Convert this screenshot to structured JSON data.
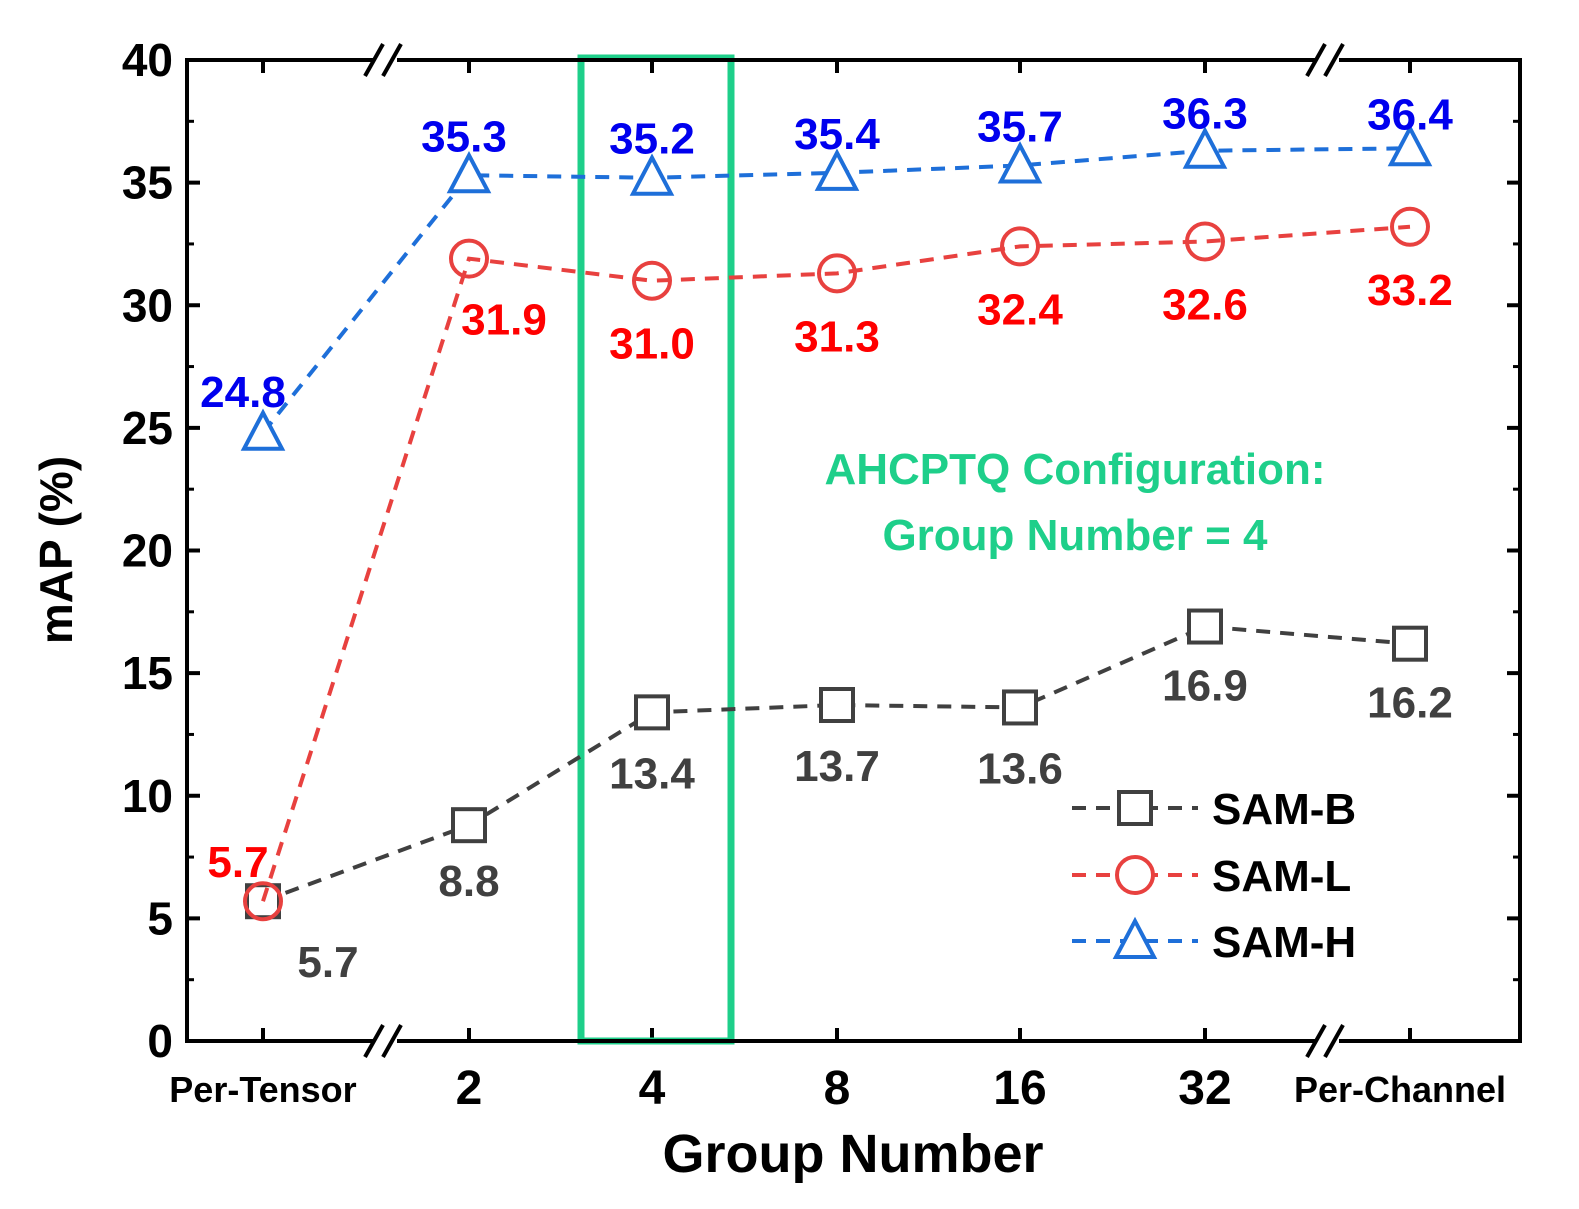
{
  "chart_data": {
    "type": "line",
    "xlabel": "Group Number",
    "ylabel": "mAP (%)",
    "ylim": [
      0,
      40
    ],
    "yticks": [
      "0",
      "5",
      "10",
      "15",
      "20",
      "25",
      "30",
      "35",
      "40"
    ],
    "categories": [
      "Per-Tensor",
      "2",
      "4",
      "8",
      "16",
      "32",
      "Per-Channel"
    ],
    "axis_breaks": "between Per-Tensor and 2, and between 32 and Per-Channel",
    "series": [
      {
        "name": "SAM-B",
        "color": "#404040",
        "marker": "square",
        "values": [
          5.7,
          8.8,
          13.4,
          13.7,
          13.6,
          16.9,
          16.2
        ],
        "labels": [
          "5.7",
          "8.8",
          "13.4",
          "13.7",
          "13.6",
          "16.9",
          "16.2"
        ]
      },
      {
        "name": "SAM-L",
        "color": "#e8413f",
        "label_color": "#ff0000",
        "marker": "circle",
        "values": [
          5.7,
          31.9,
          31.0,
          31.3,
          32.4,
          32.6,
          33.2
        ],
        "labels": [
          "5.7",
          "31.9",
          "31.0",
          "31.3",
          "32.4",
          "32.6",
          "33.2"
        ]
      },
      {
        "name": "SAM-H",
        "color": "#1e6fd9",
        "label_color": "#0000ee",
        "marker": "triangle",
        "values": [
          24.8,
          35.3,
          35.2,
          35.4,
          35.7,
          36.3,
          36.4
        ],
        "labels": [
          "24.8",
          "35.3",
          "35.2",
          "35.4",
          "35.7",
          "36.3",
          "36.4"
        ]
      }
    ],
    "highlight": {
      "category": "4",
      "color": "#1ecf8a",
      "annotation_lines": [
        "AHCPTQ Configuration:",
        "Group Number = 4"
      ]
    },
    "legend": {
      "placement": "bottom-right",
      "entries": [
        "SAM-B",
        "SAM-L",
        "SAM-H"
      ]
    }
  }
}
